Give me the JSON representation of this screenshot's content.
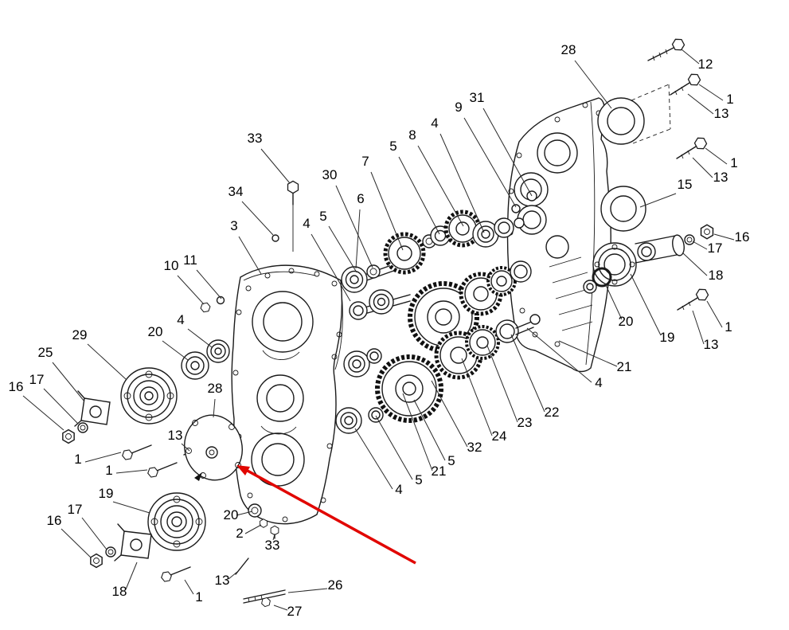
{
  "labels": [
    "28",
    "12",
    "1",
    "13",
    "9",
    "31",
    "4",
    "8",
    "5",
    "7",
    "30",
    "33",
    "1",
    "13",
    "15",
    "34",
    "6",
    "16",
    "17",
    "3",
    "4",
    "5",
    "18",
    "10",
    "11",
    "20",
    "19",
    "1",
    "13",
    "4",
    "20",
    "29",
    "25",
    "21",
    "4",
    "16",
    "17",
    "22",
    "23",
    "28",
    "24",
    "13",
    "1",
    "32",
    "1",
    "5",
    "21",
    "5",
    "4",
    "19",
    "20",
    "2",
    "16",
    "17",
    "33",
    "26",
    "13",
    "18",
    "1",
    "27"
  ],
  "colors": {
    "line": "#1a1a1a",
    "label": "#000000",
    "arrow": "#e10600",
    "background": "#ffffff"
  }
}
